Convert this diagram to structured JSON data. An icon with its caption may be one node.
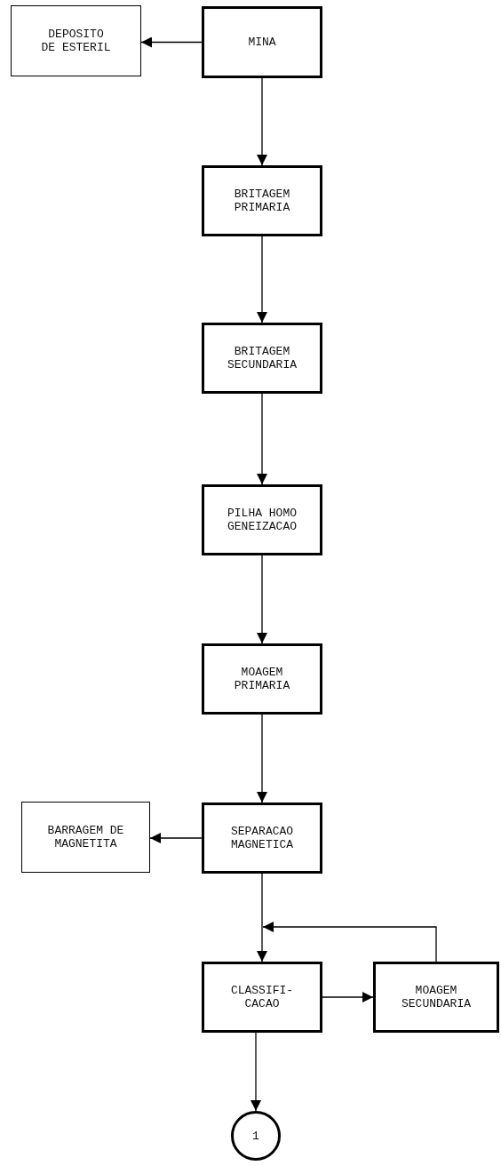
{
  "diagram": {
    "nodes": [
      {
        "text": [
          "DEPOSITO DE ESTERIL"
        ]
      },
      {
        "text": [
          "MINA"
        ]
      },
      {
        "text": [
          "BRITAGEM PRIMARIA"
        ]
      },
      {
        "text": [
          "BRITAGEM SECUNDARIA"
        ]
      },
      {
        "text": [
          "PILHA HOMO GENEIZACAO"
        ]
      },
      {
        "text": [
          "MOAGEM PRIMARIA"
        ]
      },
      {
        "text": [
          "BARRAGEM DE MAGNETITA"
        ]
      },
      {
        "text": [
          "SEPARACAO MAGNETICA"
        ]
      },
      {
        "text": [
          "CLASSIFI- CACAO"
        ]
      },
      {
        "text": [
          "MOAGEM SECUNDARIA"
        ]
      },
      {
        "text": [
          "1"
        ]
      }
    ],
    "edges": [
      {
        "from": 1,
        "to": 0,
        "arrow": "to"
      },
      {
        "from": 1,
        "to": 2,
        "arrow": "to"
      },
      {
        "from": 2,
        "to": 3,
        "arrow": "to"
      },
      {
        "from": 3,
        "to": 4,
        "arrow": "to"
      },
      {
        "from": 4,
        "to": 5,
        "arrow": "to"
      },
      {
        "from": 5,
        "to": 7,
        "arrow": "to"
      },
      {
        "from": 7,
        "to": 6,
        "arrow": "to"
      },
      {
        "from": 7,
        "to": 8,
        "arrow": "to"
      },
      {
        "from": 8,
        "to": 9,
        "arrow": "to"
      },
      {
        "from": 9,
        "to": 8,
        "arrow": "to"
      },
      {
        "from": 8,
        "to": 10,
        "arrow": "to"
      }
    ]
  }
}
